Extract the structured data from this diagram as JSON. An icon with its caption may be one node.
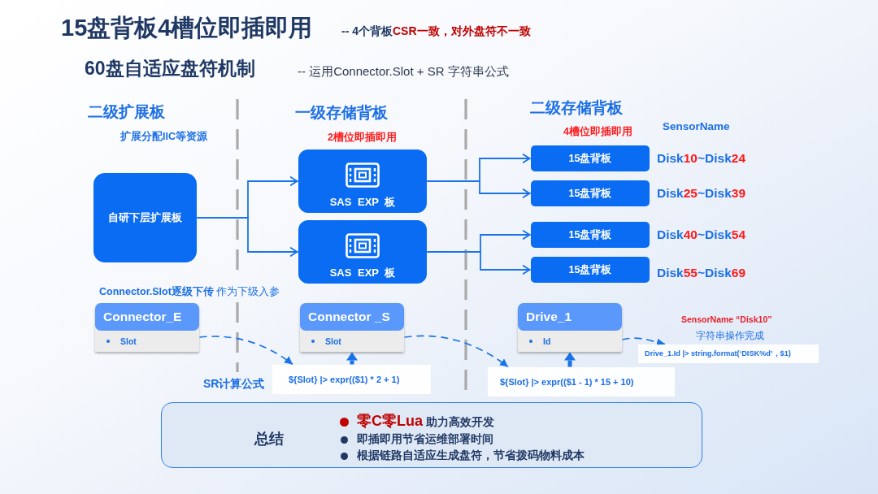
{
  "diagram": {
    "title": "15盘背板4槽位即插即用",
    "nodes": [
      {
        "text": [
          "自研下层扩展板"
        ]
      },
      {
        "text": [
          "SAS EXP 板"
        ]
      },
      {
        "text": [
          "SAS EXP 板"
        ]
      },
      {
        "text": [
          "15盘背板"
        ],
        "beside": [
          "Disk10~Disk24"
        ]
      },
      {
        "text": [
          "15盘背板"
        ],
        "beside": [
          "Disk25~Disk39"
        ]
      },
      {
        "text": [
          "15盘背板"
        ],
        "beside": [
          "Disk40~Disk54"
        ]
      },
      {
        "text": [
          "15盘背板"
        ],
        "beside": [
          "Disk55~Disk69"
        ]
      },
      {
        "text": [
          "Connector_E",
          "Slot"
        ]
      },
      {
        "text": [
          "Connector _S",
          "Slot"
        ]
      },
      {
        "text": [
          "Drive_1",
          "Id"
        ]
      },
      {
        "text": [
          "${Slot} |> expr(($1) * 2 + 1)"
        ]
      },
      {
        "text": [
          "${Slot} |> expr(($1 - 1) * 15 + 10)"
        ]
      },
      {
        "text": [
          "Drive_1.Id |> string.format(‘DISK%d’，$1)"
        ]
      },
      {
        "text": [
          "总结",
          "**零C零Lua** 助力高效开发",
          "即插即用节省运维部署时间",
          "根据链路自适应生成盘符，节省拨码物料成本"
        ]
      }
    ],
    "edges": [
      {
        "from": 0,
        "to": 1,
        "arrow": "to"
      },
      {
        "from": 0,
        "to": 2,
        "arrow": "to"
      },
      {
        "from": 1,
        "to": 3,
        "arrow": "to"
      },
      {
        "from": 1,
        "to": 4,
        "arrow": "to"
      },
      {
        "from": 2,
        "to": 5,
        "arrow": "to"
      },
      {
        "from": 2,
        "to": 6,
        "arrow": "to"
      },
      {
        "from": 7,
        "to": 10,
        "arrow": "to",
        "style": "dashed"
      },
      {
        "from": 8,
        "to": 11,
        "arrow": "to",
        "style": "dashed"
      },
      {
        "from": 9,
        "to": 12,
        "arrow": "to",
        "style": "dashed"
      },
      {
        "from": 10,
        "to": 8,
        "arrow": "to",
        "style": "thick"
      },
      {
        "from": 11,
        "to": 9,
        "arrow": "to",
        "style": "thick"
      }
    ],
    "labels": [
      "-- 4个背板",
      "CSR一致，对外盘符不一致",
      "60盘自适应盘符机制",
      "-- 运用Connector.Slot + SR 字符串公式",
      "二级扩展板",
      "扩展分配IIC等资源",
      "一级存储背板",
      "2槽位即插即用",
      "二级存储背板",
      "4槽位即插即用",
      "SensorName",
      "**Connector.Slot逐级下传** 作为下级入参",
      "SensorName “Disk10”",
      "字符串操作完成",
      "SR计算公式"
    ]
  }
}
